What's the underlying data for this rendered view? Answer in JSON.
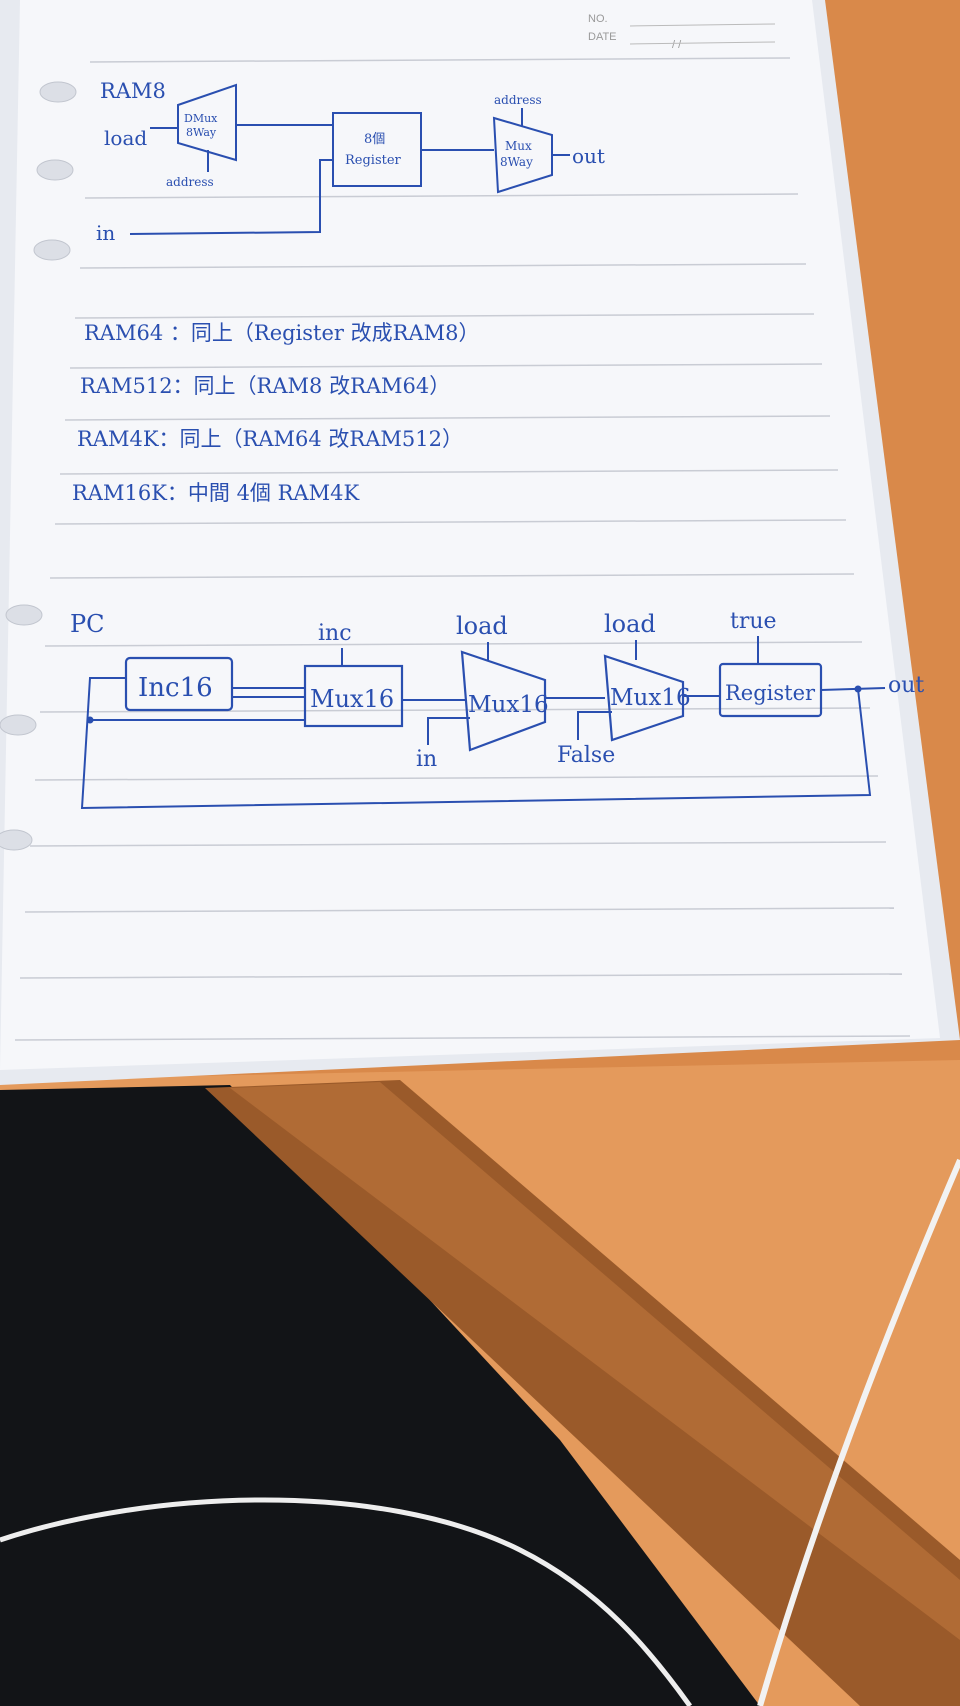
{
  "header": {
    "no_label": "NO.",
    "date_label": "DATE",
    "date_value": "/ /"
  },
  "ram8": {
    "title": "RAM8",
    "load_label": "load",
    "in_label": "in",
    "out_label": "out",
    "dmux_label": [
      "DMux",
      "8Way"
    ],
    "dmux_address": "address",
    "register_label": [
      "8個",
      "Register"
    ],
    "mux_label": [
      "Mux",
      "8Way"
    ],
    "mux_address": "address"
  },
  "notes": [
    "RAM64 ：同上（Register 改成RAM8）",
    "RAM512：同上（RAM8 改RAM64）",
    "RAM4K：同上（RAM64 改RAM512）",
    "RAM16K：中間 4個 RAM4K"
  ],
  "pc": {
    "title": "PC",
    "inc_block": "Inc16",
    "mux1_label": "Mux16",
    "mux1_control": "inc",
    "mux2_label": "Mux16",
    "mux2_control": "load",
    "mux2_in": "in",
    "mux3_label": "Mux16",
    "mux3_control": "load",
    "mux3_in": "False",
    "register_label": "Register",
    "register_control": "true",
    "out_label": "out"
  },
  "colors": {
    "ink": "#2a4fb0",
    "paper": "#f6f7fa",
    "desk": "#d9894a",
    "ruling": "#c9ccd4"
  }
}
